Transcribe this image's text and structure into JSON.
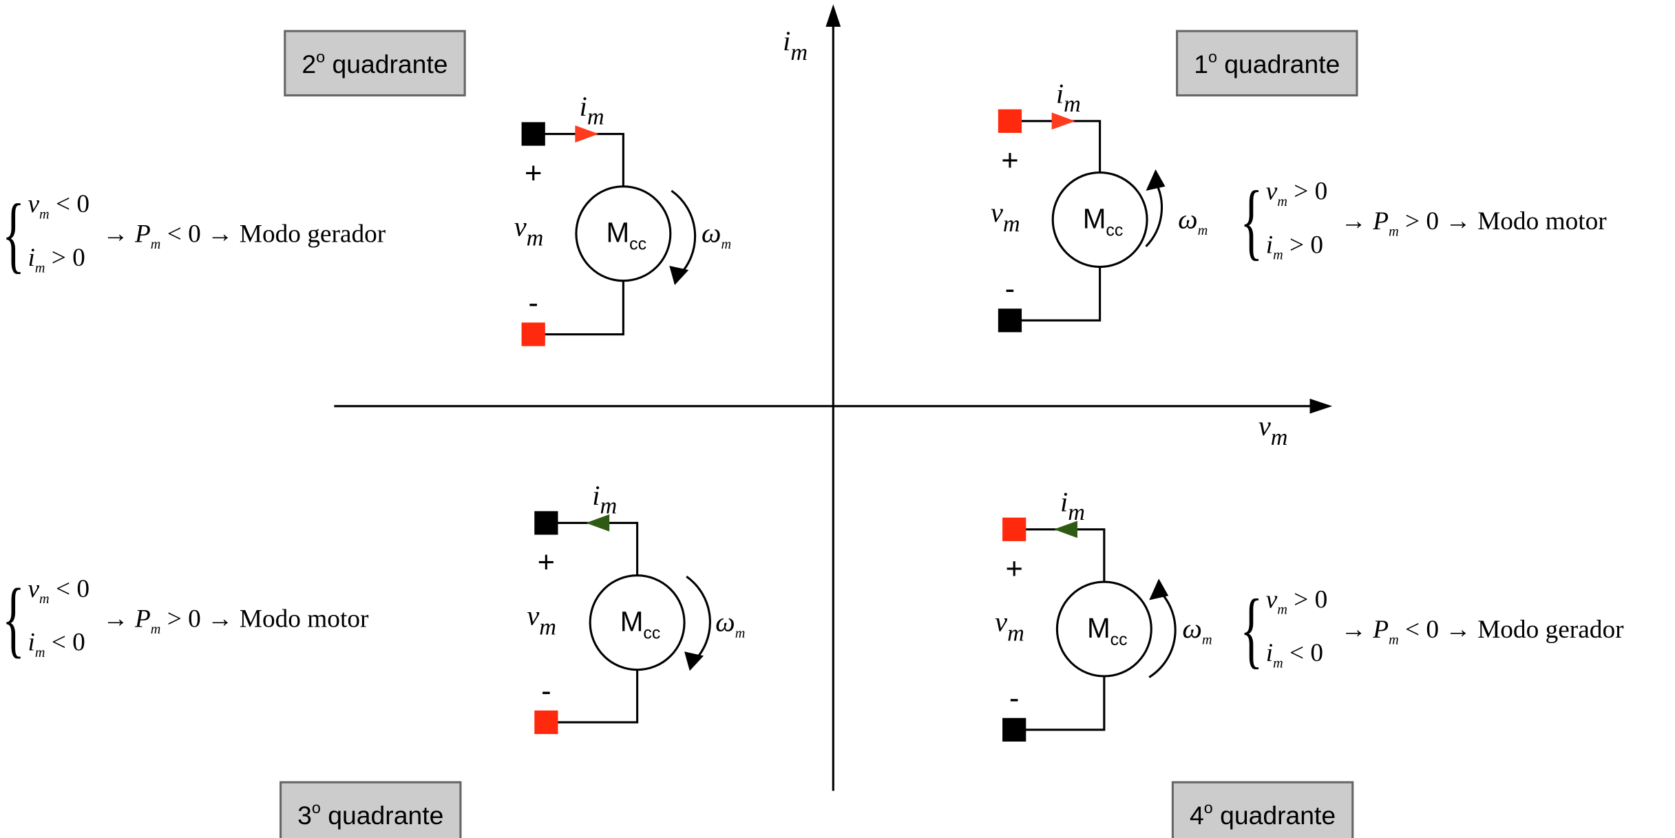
{
  "axes": {
    "vertical_label": "i",
    "vertical_sub": "m",
    "horizontal_label": "v",
    "horizontal_sub": "m"
  },
  "colors": {
    "black_terminal": "#000000",
    "red_terminal": "#ff2a0e",
    "red_arrow": "#ff3b1f",
    "green_arrow": "#2f5a13",
    "label_box": "#cccccc",
    "label_border": "#666666"
  },
  "symbols": {
    "plus": "+",
    "minus": "-",
    "motor": "M",
    "motor_sub": "cc",
    "current": "i",
    "voltage": "v",
    "speed": "ω",
    "sub": "m"
  },
  "quadrants": [
    {
      "id": "q1",
      "label_num": "1",
      "label_sup": "o",
      "label_text": " quadrante",
      "current_arrow": "right",
      "rotation": "ccw",
      "top_terminal": "red",
      "bottom_terminal": "black",
      "eq": {
        "line1": {
          "var": "v",
          "sub": "m",
          "rel": " > 0"
        },
        "line2": {
          "var": "i",
          "sub": "m",
          "rel": " > 0"
        },
        "arrow1": "→",
        "power": "P",
        "power_sub": "m",
        "power_rel": " > 0",
        "arrow2": "→",
        "mode": " Modo motor"
      }
    },
    {
      "id": "q2",
      "label_num": "2",
      "label_sup": "o",
      "label_text": " quadrante",
      "current_arrow": "right",
      "rotation": "cw",
      "top_terminal": "black",
      "bottom_terminal": "red",
      "eq": {
        "line1": {
          "var": "v",
          "sub": "m",
          "rel": " < 0"
        },
        "line2": {
          "var": "i",
          "sub": "m",
          "rel": " > 0"
        },
        "arrow1": "→",
        "power": "P",
        "power_sub": "m",
        "power_rel": " < 0",
        "arrow2": "→",
        "mode": " Modo gerador"
      }
    },
    {
      "id": "q3",
      "label_num": "3",
      "label_sup": "o",
      "label_text": " quadrante",
      "current_arrow": "left",
      "rotation": "cw",
      "top_terminal": "black",
      "bottom_terminal": "red",
      "eq": {
        "line1": {
          "var": "v",
          "sub": "m",
          "rel": " < 0"
        },
        "line2": {
          "var": "i",
          "sub": "m",
          "rel": " < 0"
        },
        "arrow1": "→",
        "power": "P",
        "power_sub": "m",
        "power_rel": " > 0",
        "arrow2": "→",
        "mode": " Modo motor"
      }
    },
    {
      "id": "q4",
      "label_num": "4",
      "label_sup": "o",
      "label_text": " quadrante",
      "current_arrow": "left",
      "rotation": "ccw",
      "top_terminal": "red",
      "bottom_terminal": "black",
      "eq": {
        "line1": {
          "var": "v",
          "sub": "m",
          "rel": " > 0"
        },
        "line2": {
          "var": "i",
          "sub": "m",
          "rel": " < 0"
        },
        "arrow1": "→",
        "power": "P",
        "power_sub": "m",
        "power_rel": " < 0",
        "arrow2": "→",
        "mode": " Modo gerador"
      }
    }
  ]
}
